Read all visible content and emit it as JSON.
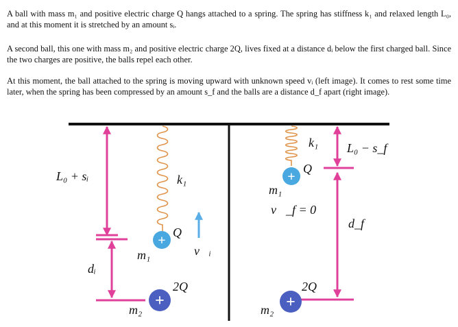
{
  "paragraphs": [
    "A ball with mass m₁ and positive electric charge Q hangs attached to a spring. The spring has stiffness k₁ and relaxed length L₀, and at this moment it is stretched by an amount sᵢ.",
    "A second ball, this one with mass m₂ and positive electric charge 2Q, lives fixed at a distance dᵢ below the first charged ball. Since the two charges are positive, the balls repel each other.",
    "At this moment, the ball attached to the spring is moving upward with unknown speed vᵢ (left image). It comes to rest some time later, when the spring has been compressed by an amount s_f and the balls are a distance d_f apart (right image)."
  ],
  "left": {
    "length_label": "L₀ + sᵢ",
    "spring_label": "k₁",
    "ball1_charge": "Q",
    "ball1_mass": "m₁",
    "velocity_label": "v⃗ᵢ",
    "distance_label": "dᵢ",
    "ball2_charge": "2Q",
    "ball2_mass": "m₂"
  },
  "right": {
    "spring_label": "k₁",
    "length_label": "L₀ − s_f",
    "ball1_charge": "Q",
    "ball1_mass": "m₁",
    "velocity_label": "v⃗_f = 0",
    "distance_label": "d_f",
    "ball2_charge": "2Q",
    "ball2_mass": "m₂"
  },
  "colors": {
    "arrow": "#e0409a",
    "spring": "#e0944a",
    "ball1": "#4aa8e0",
    "ball2": "#4a5fc0",
    "velocity": "#5aaee8",
    "line": "#111111"
  }
}
